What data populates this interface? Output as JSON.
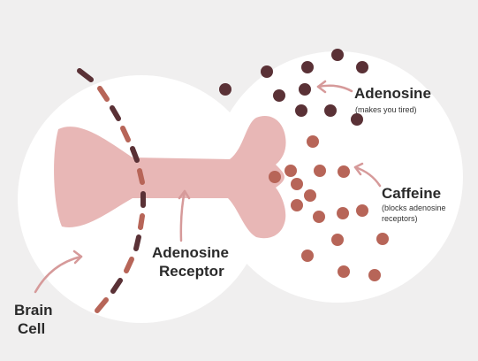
{
  "labels": {
    "adenosine": "Adenosine",
    "adenosine_note": "(makes you tired)",
    "caffeine": "Caffeine",
    "caffeine_note_line1": "(blocks adenosine",
    "caffeine_note_line2": "receptors)",
    "receptor_line1": "Adenosine",
    "receptor_line2": "Receptor",
    "brain_cell_line1": "Brain",
    "brain_cell_line2": "Cell"
  },
  "colors": {
    "background": "#f0efef",
    "cell": "#ffffff",
    "receptor": "#e8b7b6",
    "adenosine": "#5a3136",
    "caffeine": "#b76558",
    "arrow": "#d69a9a",
    "membrane_dark": "#5a3136",
    "membrane_light": "#b76558"
  }
}
